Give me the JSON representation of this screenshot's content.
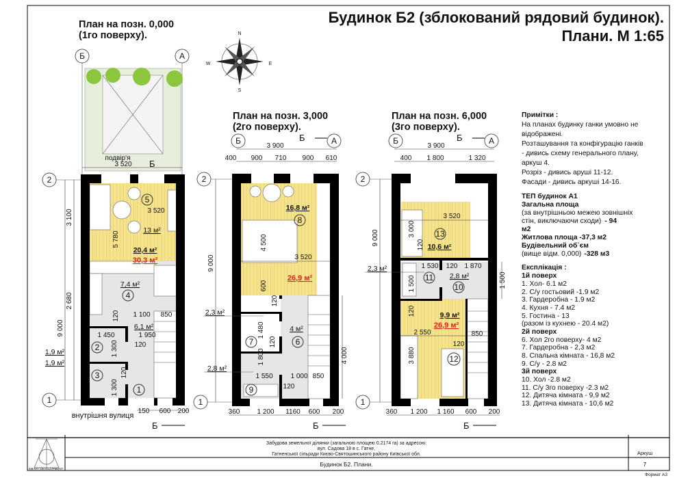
{
  "header": {
    "title_line1": "Будинок Б2 (зблокований рядовий будинок).",
    "title_line2": "Плани. М 1:65"
  },
  "compass": {
    "n": "N",
    "s": "S",
    "e": "E",
    "w": "W"
  },
  "plan1": {
    "title": "План на позн. 0,000",
    "subtitle": "(1го поверху).",
    "axis_b": "Б",
    "axis_a": "А",
    "axis_2": "2",
    "axis_1": "1",
    "section": "Б",
    "yard": "подвір'я",
    "street": "внутрішня вулиця",
    "rooms": [
      "1",
      "2",
      "3",
      "4",
      "5"
    ],
    "dims": [
      "3 520",
      "3 100",
      "2 680",
      "9 000",
      "5 780",
      "3 520",
      "1 100",
      "850",
      "1 450",
      "1 950",
      "120",
      "120",
      "1 300",
      "120",
      "1 300",
      "150",
      "600",
      "200"
    ],
    "areas": [
      "13 м²",
      "20,4 м²",
      "30,3 м²",
      "7,4 м²",
      "6,1 м²",
      "1,9 м²",
      "1,9 м²"
    ]
  },
  "plan2": {
    "title": "План на позн. 3,000",
    "subtitle": "(2го поверху).",
    "axis_b": "Б",
    "axis_a": "А",
    "axis_2": "2",
    "axis_1": "1",
    "section": "Б",
    "rooms": [
      "6",
      "7",
      "8",
      "9"
    ],
    "dims": [
      "3 900",
      "400",
      "900",
      "710",
      "900",
      "610",
      "9 000",
      "4 500",
      "3 520",
      "600",
      "120",
      "1 480",
      "120",
      "4 000",
      "1 800",
      "1 550",
      "1 000",
      "850",
      "120",
      "360",
      "1 200",
      "1160",
      "600",
      "200"
    ],
    "areas": [
      "16,8 м²",
      "26,9 м²",
      "2,3 м²",
      "4 м²",
      "2,8 м²"
    ]
  },
  "plan3": {
    "title": "План на позн. 6,000",
    "subtitle": "(3го поверху).",
    "axis_b": "Б",
    "axis_a": "А",
    "axis_2": "2",
    "axis_1": "1",
    "section": "Б",
    "rooms": [
      "10",
      "11",
      "12",
      "13"
    ],
    "dims": [
      "3 900",
      "400",
      "1 800",
      "1 320",
      "9 000",
      "3 520",
      "3 000",
      "120",
      "1 530",
      "120",
      "1 870",
      "1 500",
      "1 500",
      "120",
      "2 550",
      "120",
      "850",
      "3 880",
      "360",
      "1 200",
      "1 160",
      "600",
      "200"
    ],
    "areas": [
      "10,6 м²",
      "2,3 м²",
      "2,8 м²",
      "9,9 м²",
      "26,9 м²"
    ]
  },
  "notes": {
    "heading": "Примітки :",
    "lines": [
      "На планах будинку ганки умовно не",
      "відображені.",
      "Розташування та конфігурацію ганків",
      "- дивись схему генерального плану,",
      "аркуш 4.",
      "Розріз - дивись аруші 11-12.",
      "Фасади - дивись аркуші 14-16."
    ]
  },
  "tep": {
    "heading": "ТЕП будинок А1",
    "total_label": "Загальна площа",
    "total_note1": "(за внутрішньою межею зовнішніх",
    "total_note2": "стін, виключаючи сходи)",
    "total_value": "- 94",
    "total_unit": "м2",
    "living": "Житлова площа -37,3 м2",
    "volume_label": "Будівельний об`єм",
    "volume_note": "(вище відм. 0,000)",
    "volume_value": "-328 м3"
  },
  "explication": {
    "heading": "Експлікація :",
    "floor1": "1й поверх",
    "floor1_items": [
      "1. Хол- 6.1 м2",
      "2. С/у гостьовий -1.9 м2",
      "3. Гардеробна - 1.9 м2",
      "4. Кухня - 7.4 м2",
      "5. Гостина - 13",
      "(разом із кухнею - 20.4 м2)"
    ],
    "floor2": "2й поверх",
    "floor2_items": [
      "6. Хол 2го поверху- 4 м2",
      "7. Гардеробна - 2,3 м2",
      "8. Спальна кімната - 16,8 м2",
      "9. С/у - 2.8 м2"
    ],
    "floor3": "3й поверх",
    "floor3_items": [
      "10. Хол -2.8 м2",
      "11. С/у 3го поверху -2.3 м2",
      "12. Дитяча кімната - 9,9 м2",
      "13. Дитяча кімната - 10,6 м2"
    ]
  },
  "title_block": {
    "logo_text": "SMART DEVELOPMENT",
    "address1": "Забудова земельної ділянки (загальною площею 0.2174 га) за адресою:",
    "address2": "вул. Садова 18 в с. Гатне,",
    "address3": "Гатненської сільради Києво-Святошинського району Київської обл.",
    "sheet_name": "Будинок Б2. Плани.",
    "sheet_label": "Аркуш",
    "sheet_number": "7",
    "format": "Формат А3"
  },
  "colors": {
    "living_fill": "#f6e38e",
    "wet_fill": "#e6e6e6",
    "total_area_text": "#e0201a",
    "walls": "#000000"
  }
}
